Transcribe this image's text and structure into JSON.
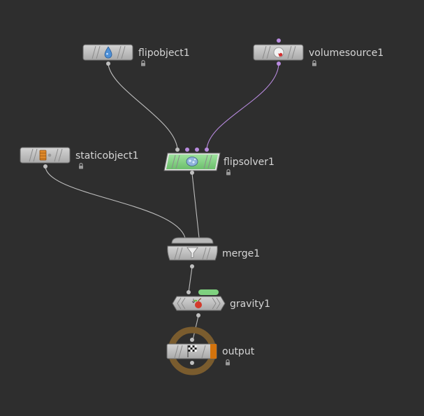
{
  "network": {
    "nodes": [
      {
        "id": "flipobject1",
        "label": "flipobject1",
        "icon": "water-drop-icon",
        "locked": true
      },
      {
        "id": "volumesource1",
        "label": "volumesource1",
        "icon": "volume-source-icon",
        "locked": true
      },
      {
        "id": "staticobject1",
        "label": "staticobject1",
        "icon": "static-object-icon",
        "locked": true
      },
      {
        "id": "flipsolver1",
        "label": "flipsolver1",
        "icon": "flip-solver-icon",
        "locked": true,
        "highlight_color": "#7fd17f"
      },
      {
        "id": "merge1",
        "label": "merge1",
        "icon": "funnel-icon",
        "locked": false
      },
      {
        "id": "gravity1",
        "label": "gravity1",
        "icon": "gravity-apple-icon",
        "locked": false,
        "flag_color": "#7fd17f"
      },
      {
        "id": "output",
        "label": "output",
        "icon": "checkered-flag-icon",
        "locked": true,
        "display_flag_color": "#d4730c",
        "ring_color": "#7a5c2e"
      }
    ],
    "connections": [
      {
        "from": "flipobject1",
        "to": "flipsolver1",
        "color": "#bdbdbd"
      },
      {
        "from": "volumesource1",
        "to": "flipsolver1",
        "color": "#b98be0"
      },
      {
        "from": "staticobject1",
        "to": "merge1",
        "color": "#bdbdbd"
      },
      {
        "from": "flipsolver1",
        "to": "merge1",
        "color": "#bdbdbd"
      },
      {
        "from": "merge1",
        "to": "gravity1",
        "color": "#bdbdbd"
      },
      {
        "from": "gravity1",
        "to": "output",
        "color": "#bdbdbd"
      }
    ]
  },
  "colors": {
    "background": "#2e2e2e",
    "node_body": "#c4c4c4",
    "purple_wire": "#b98be0",
    "solver_green": "#7fd17f"
  }
}
